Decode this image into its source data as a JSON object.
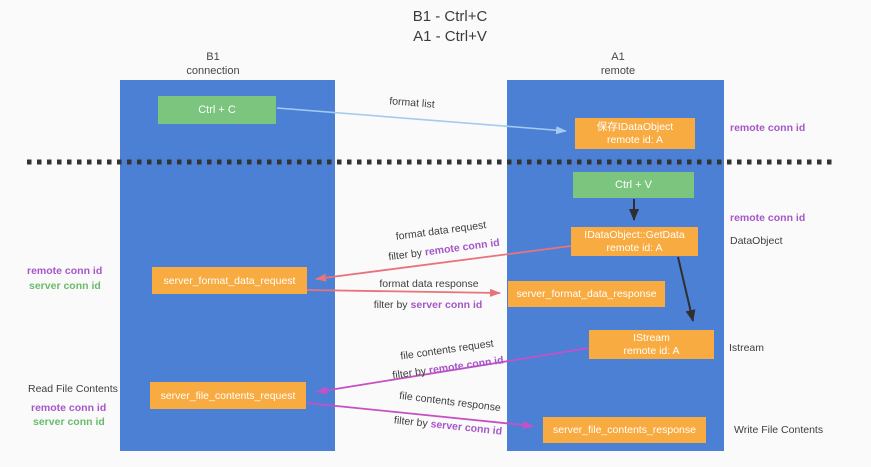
{
  "title": {
    "line1": "B1 - Ctrl+C",
    "line2": "A1 - Ctrl+V"
  },
  "lifelines": {
    "b1": {
      "name": "B1",
      "role": "connection"
    },
    "a1": {
      "name": "A1",
      "role": "remote"
    }
  },
  "nodes": {
    "ctrl_c": {
      "label": "Ctrl + C"
    },
    "ctrl_v": {
      "label": "Ctrl + V"
    },
    "save_idataobject": {
      "line1": "保存IDataObject",
      "line2": "remote id: A"
    },
    "idataobject_getdata": {
      "line1": "IDataObject::GetData",
      "line2": "remote id: A"
    },
    "istream": {
      "line1": "IStream",
      "line2": "remote id: A"
    },
    "server_format_data_request": {
      "label": "server_format_data_request"
    },
    "server_format_data_response": {
      "label": "server_format_data_response"
    },
    "server_file_contents_request": {
      "label": "server_file_contents_request"
    },
    "server_file_contents_response": {
      "label": "server_file_contents_response"
    }
  },
  "edge_labels": {
    "format_list": "format list",
    "format_data_request": "format data request",
    "format_data_response": "format data response",
    "file_contents_request": "file contents request",
    "file_contents_response": "file contents response",
    "filter_by": "filter by",
    "remote_conn_id": "remote conn id",
    "server_conn_id": "server conn id"
  },
  "side_labels": {
    "right_remote_conn_id_top": "remote conn id",
    "right_remote_conn_id_mid": "remote conn id",
    "dataobject": "DataObject",
    "istream": "Istream",
    "write_file_contents": "Write File Contents",
    "left_remote_conn_id_top": "remote conn id",
    "left_server_conn_id_top": "server conn id",
    "read_file_contents": "Read File Contents",
    "left_remote_conn_id_bottom": "remote conn id",
    "left_server_conn_id_bottom": "server conn id"
  },
  "colors": {
    "lifeline_blue": "#4b80d5",
    "action_green": "#7cc57e",
    "message_orange": "#f8ab40",
    "format_arrow_red": "#e8737b",
    "file_arrow_magenta": "#c551c5",
    "format_list_arrow_blue": "#a3cbef",
    "remote_conn_id_purple": "#a656c9",
    "server_conn_id_green": "#69bb6c",
    "divider_dark": "#333333",
    "background": "#fafafa"
  }
}
